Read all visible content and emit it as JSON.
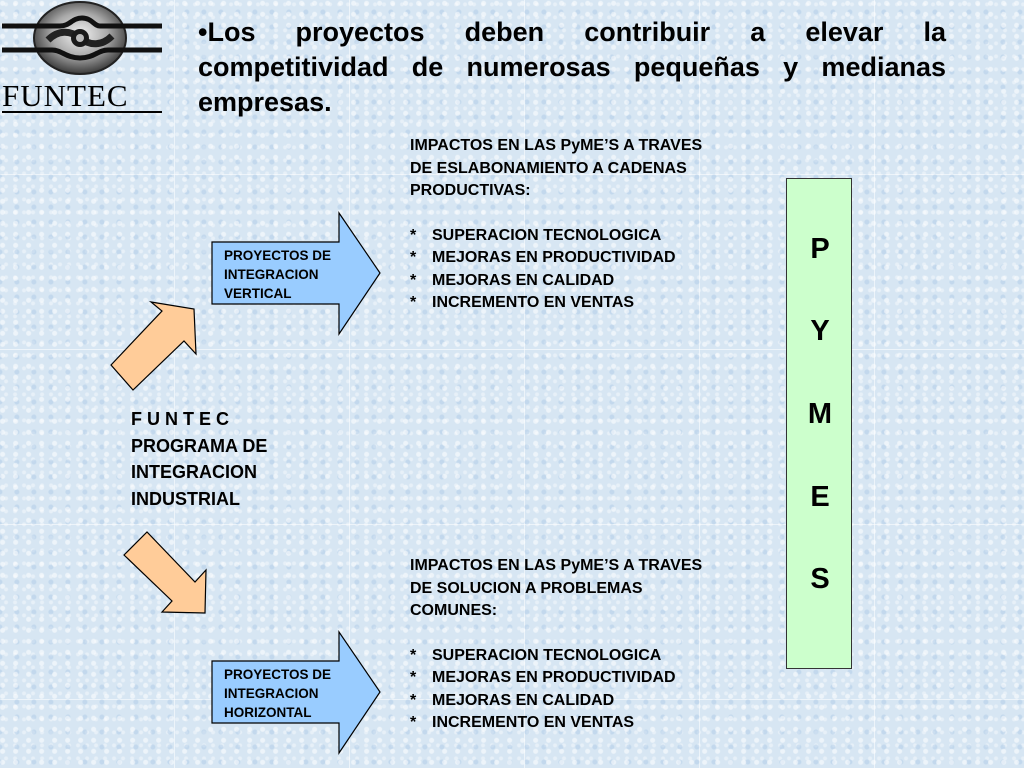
{
  "logo": {
    "text": "FUNTEC"
  },
  "headline": "•Los proyectos deben contribuir a elevar la competitividad de numerosas pequeñas y medianas empresas.",
  "program": {
    "line1": "F U N T E C",
    "line2": "PROGRAMA DE",
    "line3": "INTEGRACION",
    "line4": "INDUSTRIAL"
  },
  "vertical_arrow": {
    "line1": "PROYECTOS DE",
    "line2": "INTEGRACION",
    "line3": "VERTICAL"
  },
  "horizontal_arrow": {
    "line1": "PROYECTOS DE",
    "line2": "INTEGRACION",
    "line3": "HORIZONTAL"
  },
  "impact_top": {
    "title_line1": "IMPACTOS EN LAS PyME’S A TRAVES",
    "title_line2": "DE ESLABONAMIENTO A CADENAS",
    "title_line3": "PRODUCTIVAS:",
    "items": [
      {
        "bullet": "*",
        "text": "SUPERACION TECNOLOGICA"
      },
      {
        "bullet": "*",
        "text": "MEJORAS EN PRODUCTIVIDAD"
      },
      {
        "bullet": "*",
        "text": "MEJORAS EN CALIDAD"
      },
      {
        "bullet": "*",
        "text": "INCREMENTO EN VENTAS"
      }
    ]
  },
  "impact_bottom": {
    "title_line1": "IMPACTOS EN LAS PyME’S A TRAVES",
    "title_line2": "DE SOLUCION A PROBLEMAS",
    "title_line3": "COMUNES:",
    "items": [
      {
        "bullet": "*",
        "text": "SUPERACION TECNOLOGICA"
      },
      {
        "bullet": "*",
        "text": "MEJORAS EN PRODUCTIVIDAD"
      },
      {
        "bullet": "*",
        "text": "MEJORAS EN CALIDAD"
      },
      {
        "bullet": "*",
        "text": "INCREMENTO EN VENTAS"
      }
    ]
  },
  "pymes": {
    "letters": [
      "P",
      "Y",
      "M",
      "E",
      "S"
    ]
  },
  "colors": {
    "blue_arrow": "#99ccff",
    "peach_arrow": "#ffcc99",
    "pymes_box": "#ccffcc"
  }
}
